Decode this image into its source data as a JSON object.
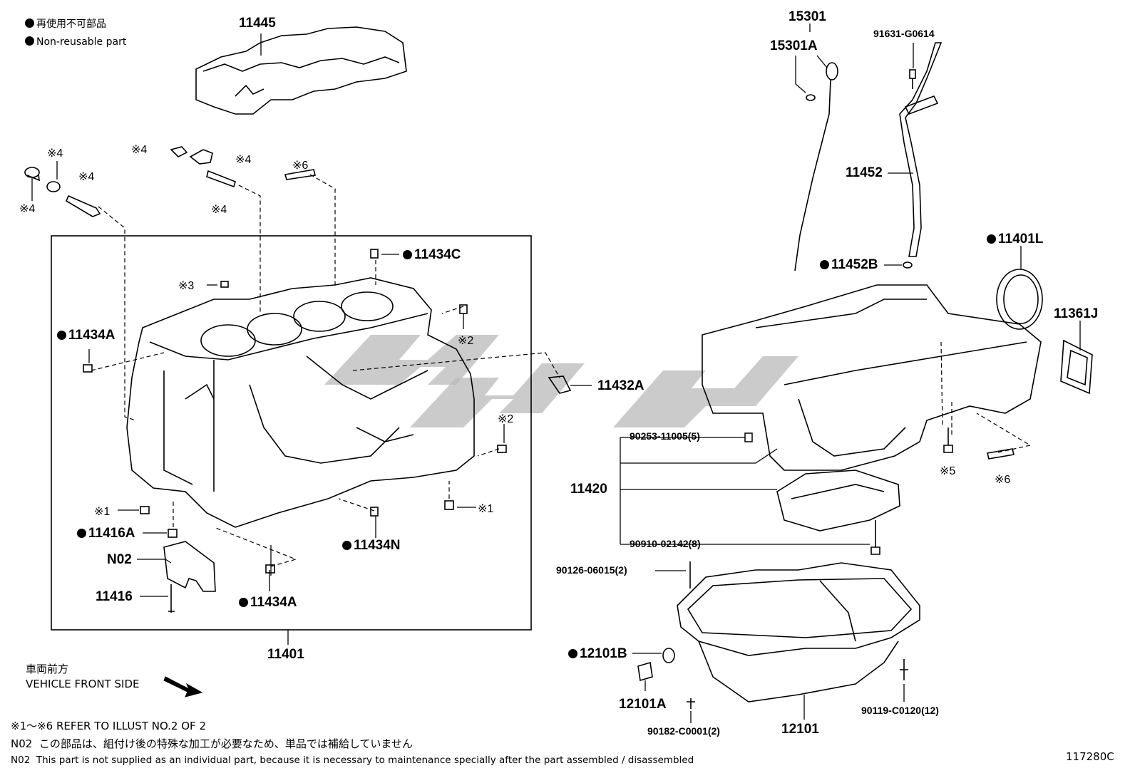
{
  "legend": {
    "jp": "再使用不可部品",
    "en": "Non-reusable part"
  },
  "labels": {
    "p11445": "11445",
    "p15301": "15301",
    "p15301A": "15301A",
    "p91631": "91631-G0614",
    "p11452": "11452",
    "p11452B": "11452B",
    "p11401L": "11401L",
    "p11361J": "11361J",
    "p11434C": "11434C",
    "p11434A_top": "11434A",
    "p11432A": "11432A",
    "p90253": "90253-11005(5)",
    "p11420": "11420",
    "p90910": "90910-02142(8)",
    "p90126": "90126-06015(2)",
    "p12101B": "12101B",
    "p12101A": "12101A",
    "p90182": "90182-C0001(2)",
    "p12101": "12101",
    "p90119": "90119-C0120(12)",
    "p11416A": "11416A",
    "pN02": "N02",
    "p11416": "11416",
    "p11434A_bot": "11434A",
    "p11434N": "11434N",
    "p11401": "11401"
  },
  "refs": {
    "r4a": "※4",
    "r4b": "※4",
    "r4c": "※4",
    "r4d": "※4",
    "r4e": "※4",
    "r4f": "※4",
    "r6a": "※6",
    "r6b": "※6",
    "r3": "※3",
    "r2a": "※2",
    "r2b": "※2",
    "r1a": "※1",
    "r1b": "※1",
    "r5": "※5"
  },
  "front": {
    "jp": "車両前方",
    "en": "VEHICLE FRONT SIDE"
  },
  "notes": {
    "line1": "※1～※6  REFER TO ILLUST NO.2 OF 2",
    "line2_code": "N02",
    "line2": "この部品は、組付け後の特殊な加工が必要なため、単品では補給していません",
    "line3_code": "N02",
    "line3": "This part is not supplied as an individual part, because it is necessary to maintenance specially after the part assembled / disassembled"
  },
  "figure_id": "117280C"
}
